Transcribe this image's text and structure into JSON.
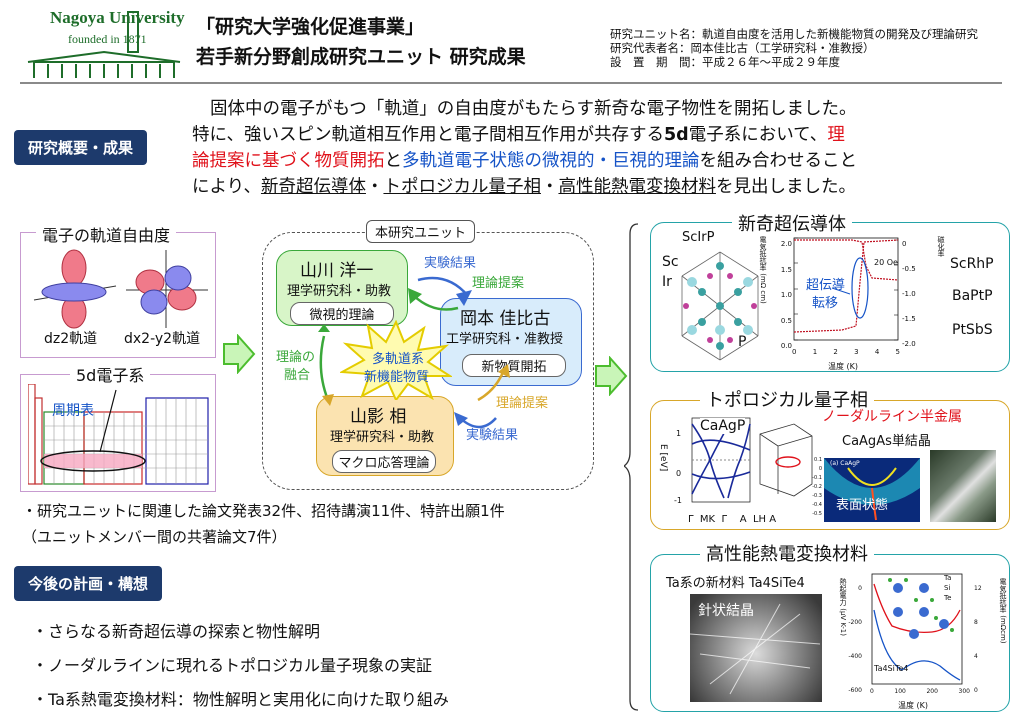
{
  "header": {
    "university": "Nagoya University",
    "founded": "founded in 1871",
    "title1": "「研究大学強化促進事業」",
    "title2": "若手新分野創成研究ユニット 研究成果",
    "meta": [
      "研究ユニット名：軌道自由度を活用した新機能物質の開発及び理論研究",
      "研究代表者名：岡本佳比古（工学研究科・准教授）",
      "設　置　期　間：平成２６年〜平成２９年度"
    ]
  },
  "summary": {
    "tag": "研究概要・成果",
    "l1": "固体中の電子がもつ「軌道」の自由度がもたらす新奇な電子物性を開拓しました。",
    "l2a": "特に、強いスピン軌道相互作用と電子間相互作用が共存する",
    "l2b": "5d",
    "l2c": "電子系において、",
    "l2d": "理",
    "l3a": "論提案に基づく物質開拓",
    "l3b": "と",
    "l3c": "多軌道電子状態の微視的・巨視的理論",
    "l3d": "を組み合わせること",
    "l4a": "により、",
    "l4b": "新奇超伝導体",
    "l4c": "・",
    "l4d": "トポロジカル量子相",
    "l4e": "・",
    "l4f": "高性能熱電変換材料",
    "l4g": "を見出しました。"
  },
  "left": {
    "orbital_title": "電子の軌道自由度",
    "orb1": "dz2軌道",
    "orb2": "dx2-y2軌道",
    "system_title": "5d電子系",
    "periodic": "周期表"
  },
  "unit": {
    "title": "本研究ユニット",
    "yamakawa_name": "山川 洋一",
    "yamakawa_aff": "理学研究科・助教",
    "yamakawa_role": "微視的理論",
    "okamoto_name": "岡本 佳比古",
    "okamoto_aff": "工学研究科・准教授",
    "okamoto_role": "新物質開拓",
    "yamakage_name": "山影 相",
    "yamakage_aff": "理学研究科・助教",
    "yamakage_role": "マクロ応答理論",
    "center1": "多軌道系",
    "center2": "新機能物質",
    "exp1": "実験結果",
    "prop1": "理論提案",
    "fusion1": "理論の",
    "fusion2": "融合",
    "prop2": "理論提案",
    "exp2": "実験結果"
  },
  "stats": {
    "l1": "・研究ユニットに関連した論文発表32件、招待講演11件、特許出願1件",
    "l2": "（ユニットメンバー間の共著論文7件）"
  },
  "plan": {
    "tag": "今後の計画・構想",
    "items": [
      "・さらなる新奇超伝導の探索と物性解明",
      "・ノーダルラインに現れるトポロジカル量子現象の実証",
      "・Ta系熱電変換材料：物性解明と実用化に向けた取り組み"
    ]
  },
  "sc": {
    "title": "新奇超伝導体",
    "compound": "ScIrP",
    "sc": "Sc",
    "ir": "Ir",
    "p": "P",
    "annot1": "超伝導",
    "annot2": "転移",
    "field": "20 Oe",
    "ylabel": "電気抵抗率 (mΩ cm)",
    "y2label": "磁化率",
    "xlabel": "温度 (K)",
    "yticks": [
      "2.0",
      "1.5",
      "1.0",
      "0.5",
      "0.0"
    ],
    "y2ticks": [
      "0",
      "-0.5",
      "-1.0",
      "-1.5",
      "-2.0"
    ],
    "xticks": [
      "0",
      "1",
      "2",
      "3",
      "4",
      "5"
    ],
    "others": [
      "ScRhP",
      "BaPtP",
      "PtSbS"
    ]
  },
  "topo": {
    "title": "トポロジカル量子相",
    "nodal": "ノーダルライン半金属",
    "compound": "CaAgP",
    "crystal": "CaAgAs単結晶",
    "surface": "表面状態",
    "ylabel": "E [eV]",
    "ticks": [
      "1",
      "0",
      "-1"
    ],
    "kpath": "Γ  MK  Γ    A  LH A",
    "small": "(a) CaAgP",
    "eticks": [
      "0.1",
      "0",
      "-0.1",
      "-0.2",
      "-0.3",
      "-0.4",
      "-0.5"
    ]
  },
  "te": {
    "title": "高性能熱電変換材料",
    "subtitle": "Ta系の新材料 Ta4SiTe4",
    "needle": "針状結晶",
    "compound": "Ta4SiTe4",
    "ylabel": "熱起電力 (μV K-1)",
    "y2label": "電気抵抗率 (mΩcm)",
    "xlabel": "温度 (K)",
    "legend": [
      "Ta",
      "Si",
      "Te"
    ],
    "xticks": [
      "0",
      "100",
      "200",
      "300"
    ],
    "yticks": [
      "0",
      "-200",
      "-400",
      "-600"
    ],
    "y2ticks": [
      "12",
      "8",
      "4",
      "0"
    ]
  },
  "colors": {
    "navy": "#1d3a6c",
    "green": "#1e6d2a",
    "red": "#e0121b",
    "blue": "#1553c7",
    "teal": "#24a3a8",
    "gold": "#d8a72a"
  }
}
